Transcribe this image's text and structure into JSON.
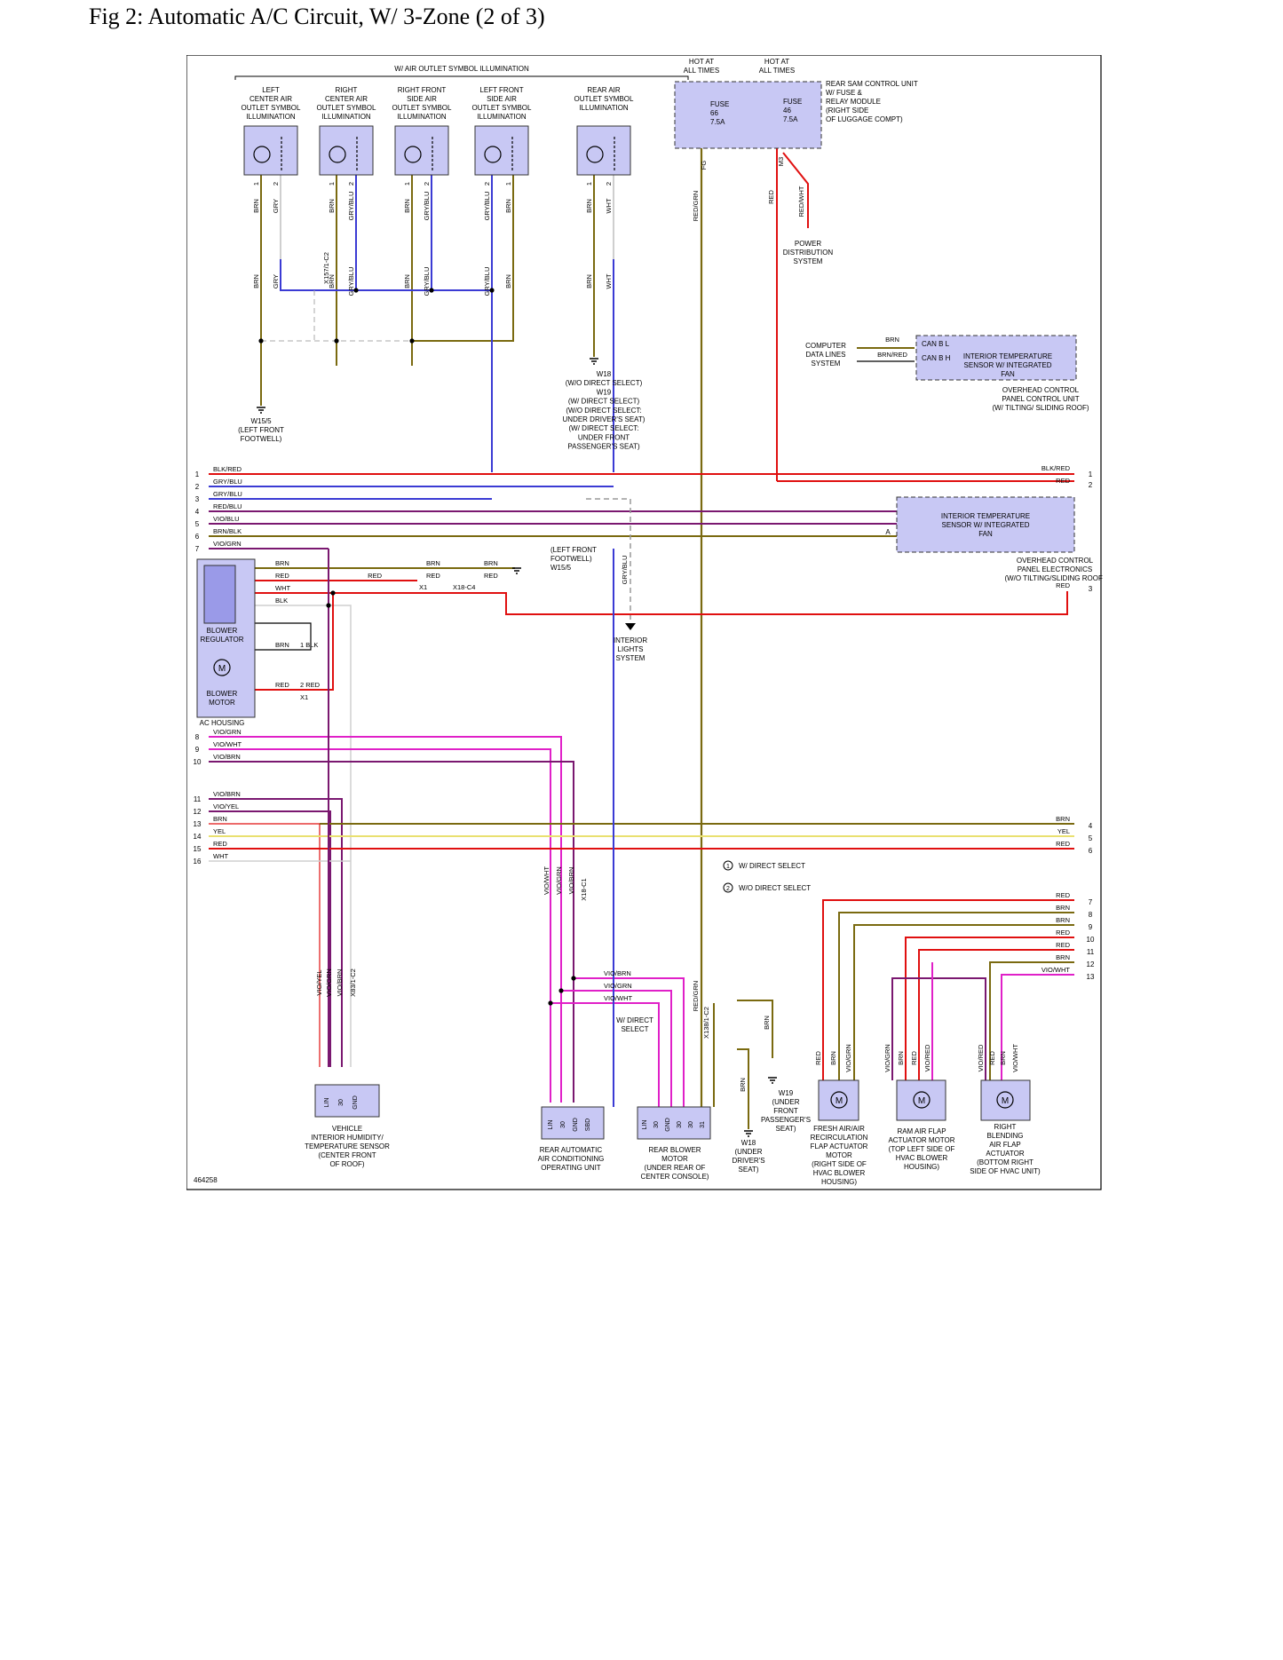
{
  "title": "Fig 2: Automatic A/C Circuit, W/ 3-Zone (2 of 3)",
  "figure_id": "464258",
  "colors": {
    "brn": "#7a6a10",
    "gry": "#cfcfcf",
    "gryblu": "#3b3bd4",
    "red": "#e01010",
    "vio": "#7a1870",
    "viopink": "#e020c8",
    "yel": "#e9e070",
    "box": "#c8c8f4",
    "boxdark": "#9a9ae8"
  },
  "top": {
    "header": "W/ AIR OUTLET SYMBOL ILLUMINATION",
    "hot1": [
      "HOT AT",
      "ALL TIMES"
    ],
    "hot2": [
      "HOT AT",
      "ALL TIMES"
    ],
    "fuse66": [
      "FUSE",
      "66",
      "7.5A"
    ],
    "fuse46": [
      "FUSE",
      "46",
      "7.5A"
    ],
    "sam": [
      "REAR SAM CONTROL UNIT",
      "W/ FUSE &",
      "RELAY MODULE",
      "(RIGHT SIDE",
      "OF LUGGAGE COMPT)"
    ],
    "power": [
      "POWER",
      "DISTRIBUTION",
      "SYSTEM"
    ],
    "computer": [
      "COMPUTER",
      "DATA LINES",
      "SYSTEM"
    ],
    "canl": "CAN B L",
    "canh": "CAN B H",
    "sensor1": [
      "INTERIOR TEMPERATURE",
      "SENSOR W/ INTEGRATED",
      "FAN"
    ],
    "panel1": [
      "OVERHEAD CONTROL",
      "PANEL CONTROL UNIT",
      "(W/ TILTING/ SLIDING ROOF)"
    ],
    "w18": [
      "W18",
      "(W/O DIRECT SELECT)",
      "W19",
      "(W/ DIRECT SELECT)",
      "(W/O DIRECT SELECT:",
      "UNDER DRIVER'S SEAT)",
      "(W/ DIRECT SELECT:",
      "UNDER FRONT",
      "PASSENGER'S SEAT)"
    ],
    "w155": [
      "W15/5",
      "(LEFT FRONT",
      "FOOTWELL)"
    ]
  },
  "lamps": [
    {
      "label": [
        "LEFT",
        "CENTER AIR",
        "OUTLET SYMBOL",
        "ILLUMINATION"
      ]
    },
    {
      "label": [
        "RIGHT",
        "CENTER AIR",
        "OUTLET SYMBOL",
        "ILLUMINATION"
      ]
    },
    {
      "label": [
        "RIGHT FRONT",
        "SIDE AIR",
        "OUTLET SYMBOL",
        "ILLUMINATION"
      ]
    },
    {
      "label": [
        "LEFT FRONT",
        "SIDE AIR",
        "OUTLET SYMBOL",
        "ILLUMINATION"
      ]
    },
    {
      "label": [
        "REAR AIR",
        "OUTLET SYMBOL",
        "ILLUMINATION"
      ]
    }
  ],
  "connectors": {
    "x157": "X157/1-C2",
    "x1": "X1",
    "x18": "X18-C4",
    "x18c1": "X18-C1",
    "x83": "X83/1-C2",
    "x138": "X138/1-C2",
    "a": "A",
    "fg": "FG",
    "m3": "M3"
  },
  "bus_left": [
    {
      "n": "1",
      "name": "BLK/RED"
    },
    {
      "n": "2",
      "name": "GRY/BLU"
    },
    {
      "n": "3",
      "name": "GRY/BLU"
    },
    {
      "n": "4",
      "name": "RED/BLU"
    },
    {
      "n": "5",
      "name": "VIO/BLU"
    },
    {
      "n": "6",
      "name": "BRN/BLK"
    },
    {
      "n": "7",
      "name": "VIO/GRN"
    }
  ],
  "bus_right": [
    {
      "n": "1",
      "name": "BLK/RED"
    },
    {
      "n": "2",
      "name": "RED"
    }
  ],
  "sensor2": {
    "label": [
      "INTERIOR TEMPERATURE",
      "SENSOR W/ INTEGRATED",
      "FAN"
    ],
    "panel": [
      "OVERHEAD CONTROL",
      "PANEL ELECTRONICS",
      "(W/O TILTING/SLIDING ROOF)"
    ],
    "red3": "RED",
    "n3": "3"
  },
  "blower": {
    "regulator": [
      "BLOWER",
      "REGULATOR"
    ],
    "motor": [
      "BLOWER",
      "MOTOR"
    ],
    "housing": "AC HOUSING",
    "footwell": [
      "(LEFT FRONT",
      "FOOTWELL)",
      "W15/5"
    ],
    "interior": [
      "INTERIOR",
      "LIGHTS",
      "SYSTEM"
    ]
  },
  "bus2_left": [
    {
      "n": "8",
      "name": "VIO/GRN"
    },
    {
      "n": "9",
      "name": "VIO/WHT"
    },
    {
      "n": "10",
      "name": "VIO/BRN"
    },
    {
      "n": "11",
      "name": "VIO/BRN"
    },
    {
      "n": "12",
      "name": "VIO/YEL"
    },
    {
      "n": "13",
      "name": "BRN"
    },
    {
      "n": "14",
      "name": "YEL"
    },
    {
      "n": "15",
      "name": "RED"
    },
    {
      "n": "16",
      "name": "WHT"
    }
  ],
  "bus2_right": [
    {
      "n": "4",
      "name": "BRN"
    },
    {
      "n": "5",
      "name": "YEL"
    },
    {
      "n": "6",
      "name": "RED"
    }
  ],
  "bus3_right": [
    {
      "n": "7",
      "name": "RED"
    },
    {
      "n": "8",
      "name": "BRN"
    },
    {
      "n": "9",
      "name": "BRN"
    },
    {
      "n": "10",
      "name": "RED"
    },
    {
      "n": "11",
      "name": "RED"
    },
    {
      "n": "12",
      "name": "BRN"
    },
    {
      "n": "13",
      "name": "VIO/WHT"
    }
  ],
  "legend": {
    "one": "W/ DIRECT SELECT",
    "two": "W/O DIRECT SELECT"
  },
  "bottom": {
    "humidity": [
      "VEHICLE",
      "INTERIOR HUMIDITY/",
      "TEMPERATURE SENSOR",
      "(CENTER FRONT",
      "OF ROOF)"
    ],
    "rearac": [
      "REAR AUTOMATIC",
      "AIR CONDITIONING",
      "OPERATING UNIT"
    ],
    "rearblower": [
      "REAR BLOWER",
      "MOTOR",
      "(UNDER REAR OF",
      "CENTER CONSOLE)"
    ],
    "w18": [
      "W18",
      "(UNDER",
      "DRIVER'S",
      "SEAT)"
    ],
    "w19": [
      "W19",
      "(UNDER",
      "FRONT",
      "PASSENGER'S",
      "SEAT)"
    ],
    "fresh": [
      "FRESH AIR/AIR",
      "RECIRCULATION",
      "FLAP ACTUATOR",
      "MOTOR",
      "(RIGHT SIDE OF",
      "HVAC BLOWER",
      "HOUSING)"
    ],
    "ram": [
      "RAM AIR FLAP",
      "ACTUATOR MOTOR",
      "(TOP LEFT SIDE OF",
      "HVAC BLOWER",
      "HOUSING)"
    ],
    "blend": [
      "RIGHT",
      "BLENDING",
      "AIR FLAP",
      "ACTUATOR",
      "(BOTTOM RIGHT",
      "SIDE OF HVAC UNIT)"
    ],
    "direct": [
      "W/ DIRECT",
      "SELECT"
    ]
  },
  "wires": {
    "brn": "BRN",
    "gry": "GRY",
    "gryblu": "GRY/BLU",
    "wht": "WHT",
    "red": "RED",
    "redgrn": "RED/GRN",
    "redwht": "RED/WHT",
    "brnred": "BRN/RED",
    "blk": "BLK",
    "vioyel": "VIO/YEL",
    "viogrn": "VIO/GRN",
    "viobrn": "VIO/BRN",
    "viowht": "VIO/WHT",
    "viored": "VIO/RED",
    "lin": "LIN",
    "t30": "30",
    "gnd": "GND",
    "sbd": "SBD",
    "t31": "31",
    "redblu": "RED/BLU",
    "vioblu": "VIO/BLU",
    "brnblk": "BRN/BLK",
    "oneblk": "1 BLK",
    "twored": "2 RED"
  },
  "pins": {
    "p1": "1",
    "p2": "2",
    "p3": "3",
    "p4": "4",
    "p5": "5",
    "p6": "6",
    "p7": "7"
  }
}
